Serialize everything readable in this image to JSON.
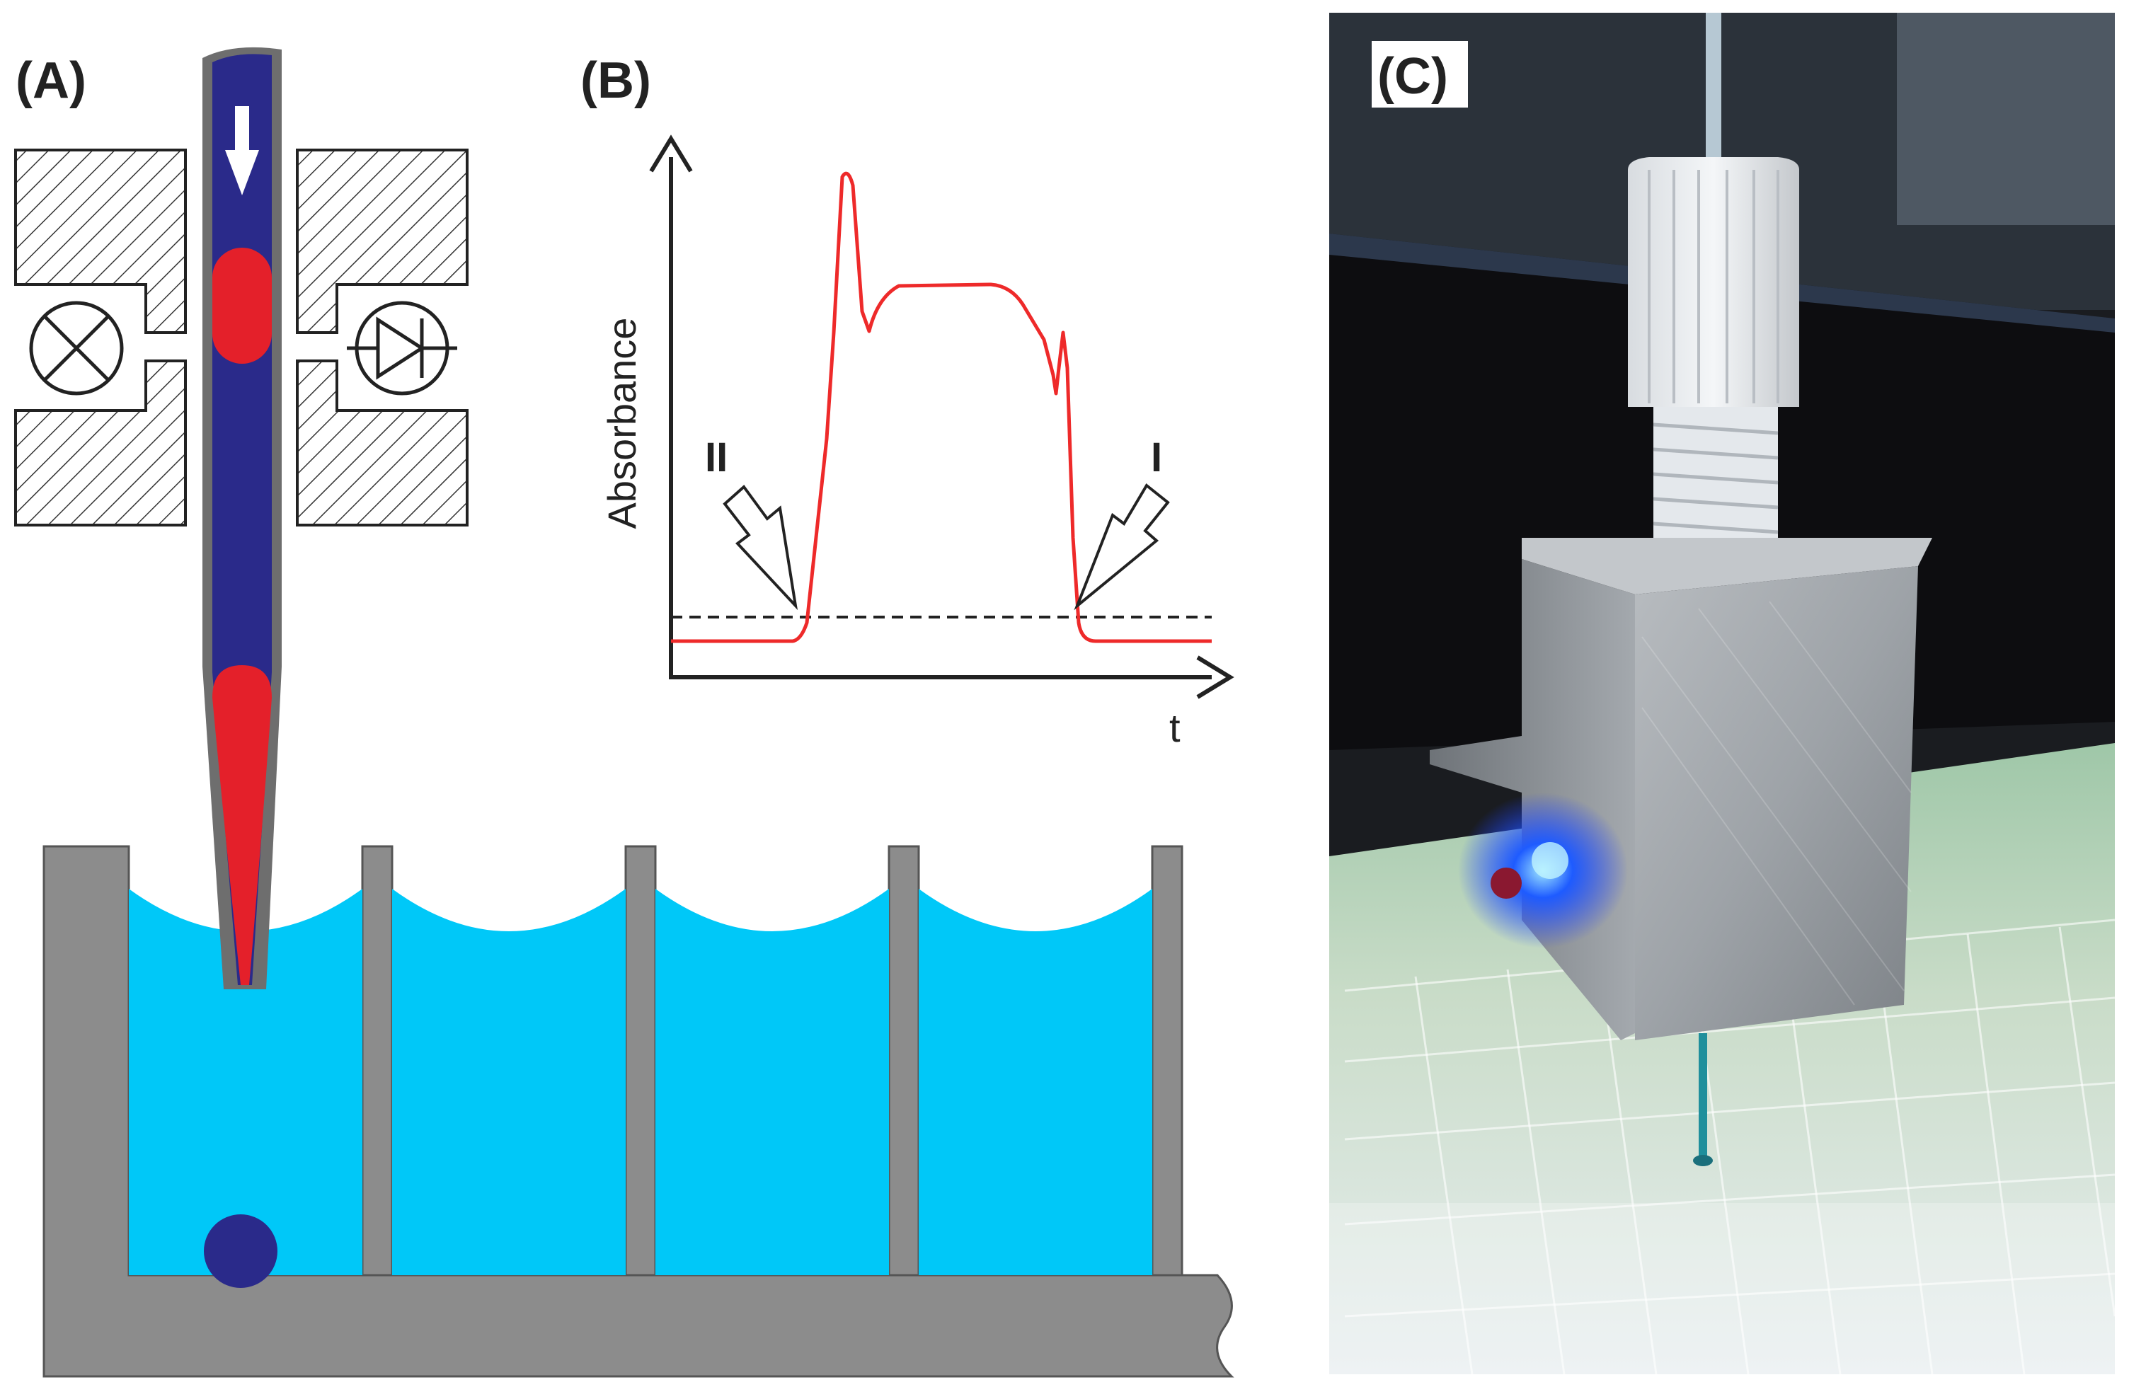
{
  "panels": {
    "a": {
      "label": "(A)"
    },
    "b": {
      "label": "(B)"
    },
    "c": {
      "label": "(C)"
    }
  },
  "graph": {
    "y_axis_label": "Absorbance",
    "x_axis_label": "t",
    "marker_left": "II",
    "marker_right": "I"
  },
  "colors": {
    "wall_gray": "#8c8c8c",
    "liquid_cyan": "#00c8f8",
    "capillary_navy": "#2a2a8a",
    "droplet_red": "#e4202a",
    "signal_red": "#ee2a2a",
    "axis_dark": "#222222"
  }
}
